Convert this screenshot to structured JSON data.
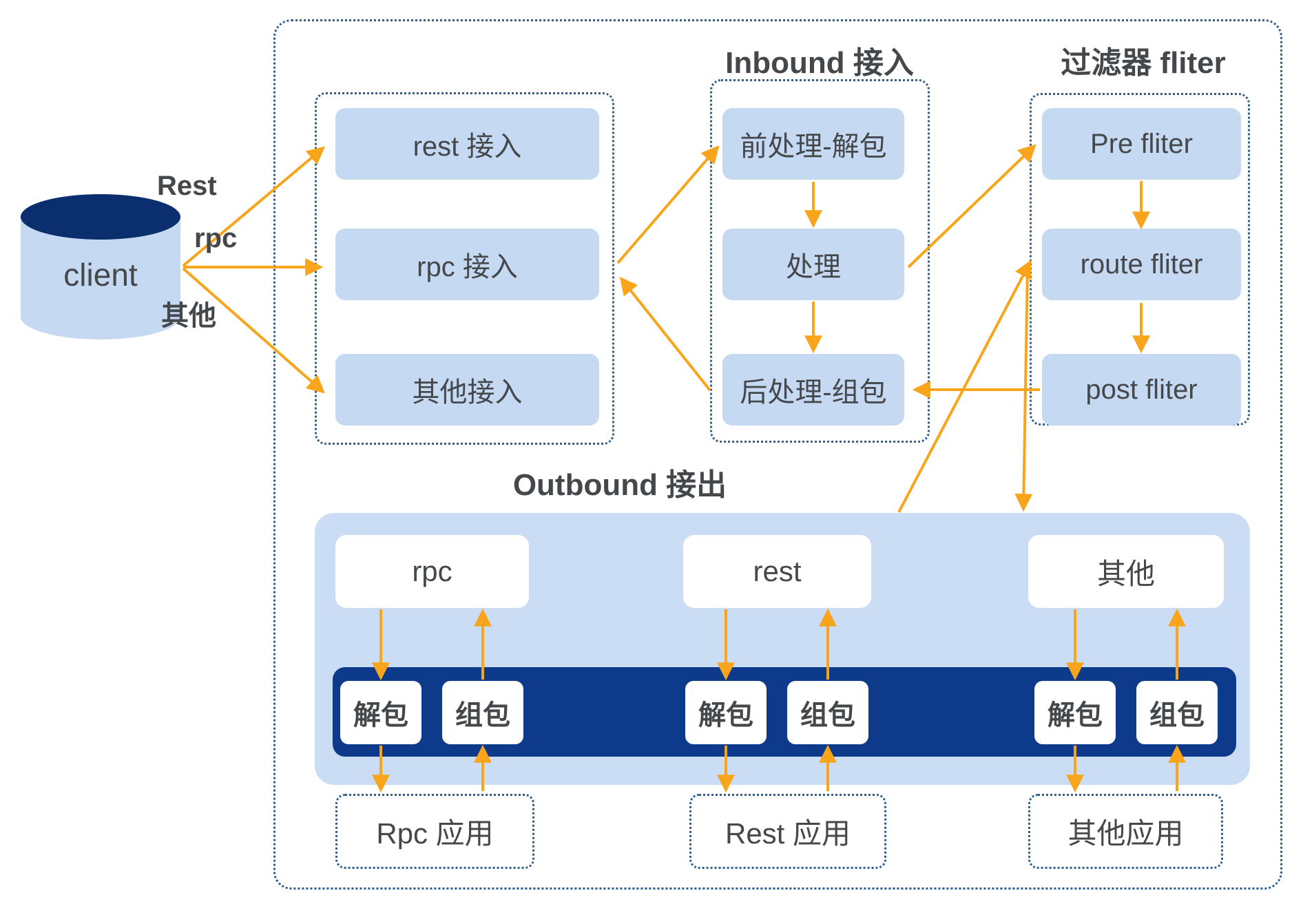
{
  "colors": {
    "orange": "#F9A51B",
    "navy_dark": "#0A2E6E",
    "navy": "#0E3A8B",
    "box_blue": "#C6D9F2",
    "panel_blue": "#CBDDF4",
    "dashed_border": "#2E5E8F",
    "text": "#45484B"
  },
  "client": {
    "label": "client"
  },
  "edge_labels": {
    "rest": "Rest",
    "rpc": "rpc",
    "other": "其他"
  },
  "access_group": {
    "items": [
      "rest 接入",
      "rpc 接入",
      "其他接入"
    ]
  },
  "inbound_group": {
    "title": "Inbound 接入",
    "items": [
      "前处理-解包",
      "处理",
      "后处理-组包"
    ]
  },
  "filter_group": {
    "title": "过滤器 fliter",
    "items": [
      "Pre fliter",
      "route fliter",
      "post fliter"
    ]
  },
  "outbound": {
    "title": "Outbound 接出",
    "columns": [
      {
        "protocol": "rpc",
        "unpack": "解包",
        "pack": "组包",
        "app": "Rpc 应用"
      },
      {
        "protocol": "rest",
        "unpack": "解包",
        "pack": "组包",
        "app": "Rest 应用"
      },
      {
        "protocol": "其他",
        "unpack": "解包",
        "pack": "组包",
        "app": "其他应用"
      }
    ]
  }
}
